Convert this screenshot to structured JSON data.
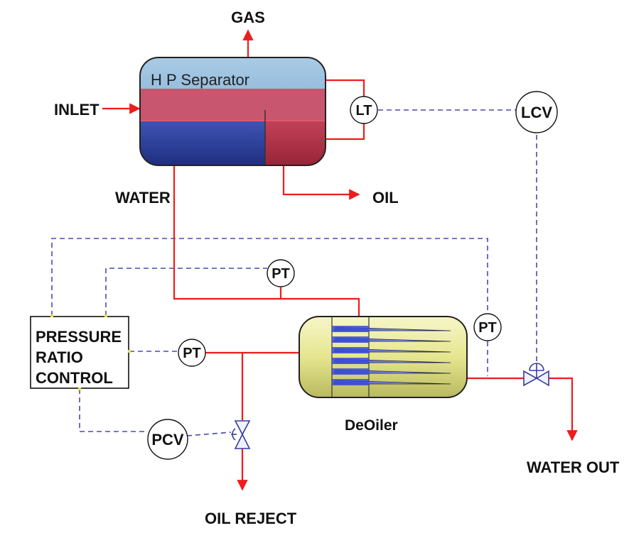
{
  "labels": {
    "gas": "GAS",
    "inlet": "INLET",
    "water": "WATER",
    "oil": "OIL",
    "oil_reject": "OIL REJECT",
    "water_out": "WATER OUT",
    "deoiler": "DeOiler",
    "separator_title": "H P Separator",
    "control_line1": "PRESSURE",
    "control_line2": "RATIO",
    "control_line3": "CONTROL"
  },
  "instruments": {
    "lt": "LT",
    "lcv": "LCV",
    "pt_top": "PT",
    "pt_left": "PT",
    "pt_right": "PT",
    "pcv": "PCV"
  },
  "colors": {
    "pipe": "#ee1c1c",
    "signal": "#4a4aa8",
    "separator_gas": "#7fb1d6",
    "separator_oil": "#c9566f",
    "separator_water": "#2b3f9a",
    "deoiler_body": "#ecec9c"
  }
}
